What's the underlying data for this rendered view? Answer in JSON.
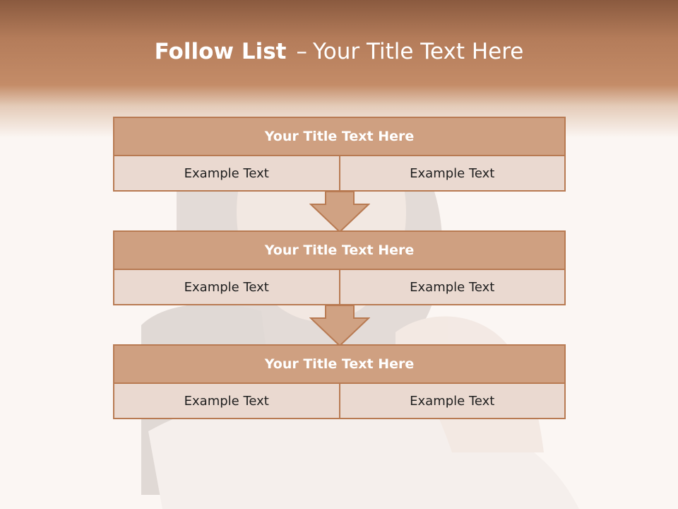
{
  "title": {
    "bold": "Follow List",
    "dash": "–",
    "rest": "Your Title Text Here"
  },
  "blocks": [
    {
      "title": "Your Title Text Here",
      "left": "Example Text",
      "right": "Example Text"
    },
    {
      "title": "Your Title Text Here",
      "left": "Example Text",
      "right": "Example Text"
    },
    {
      "title": "Your Title Text Here",
      "left": "Example Text",
      "right": "Example Text"
    }
  ],
  "colors": {
    "header_band": "#c48c68",
    "block_title_fill": "#cfa081",
    "block_cell_fill": "#ead9d0",
    "border": "#b87a52",
    "arrow_fill": "#d0a283"
  }
}
